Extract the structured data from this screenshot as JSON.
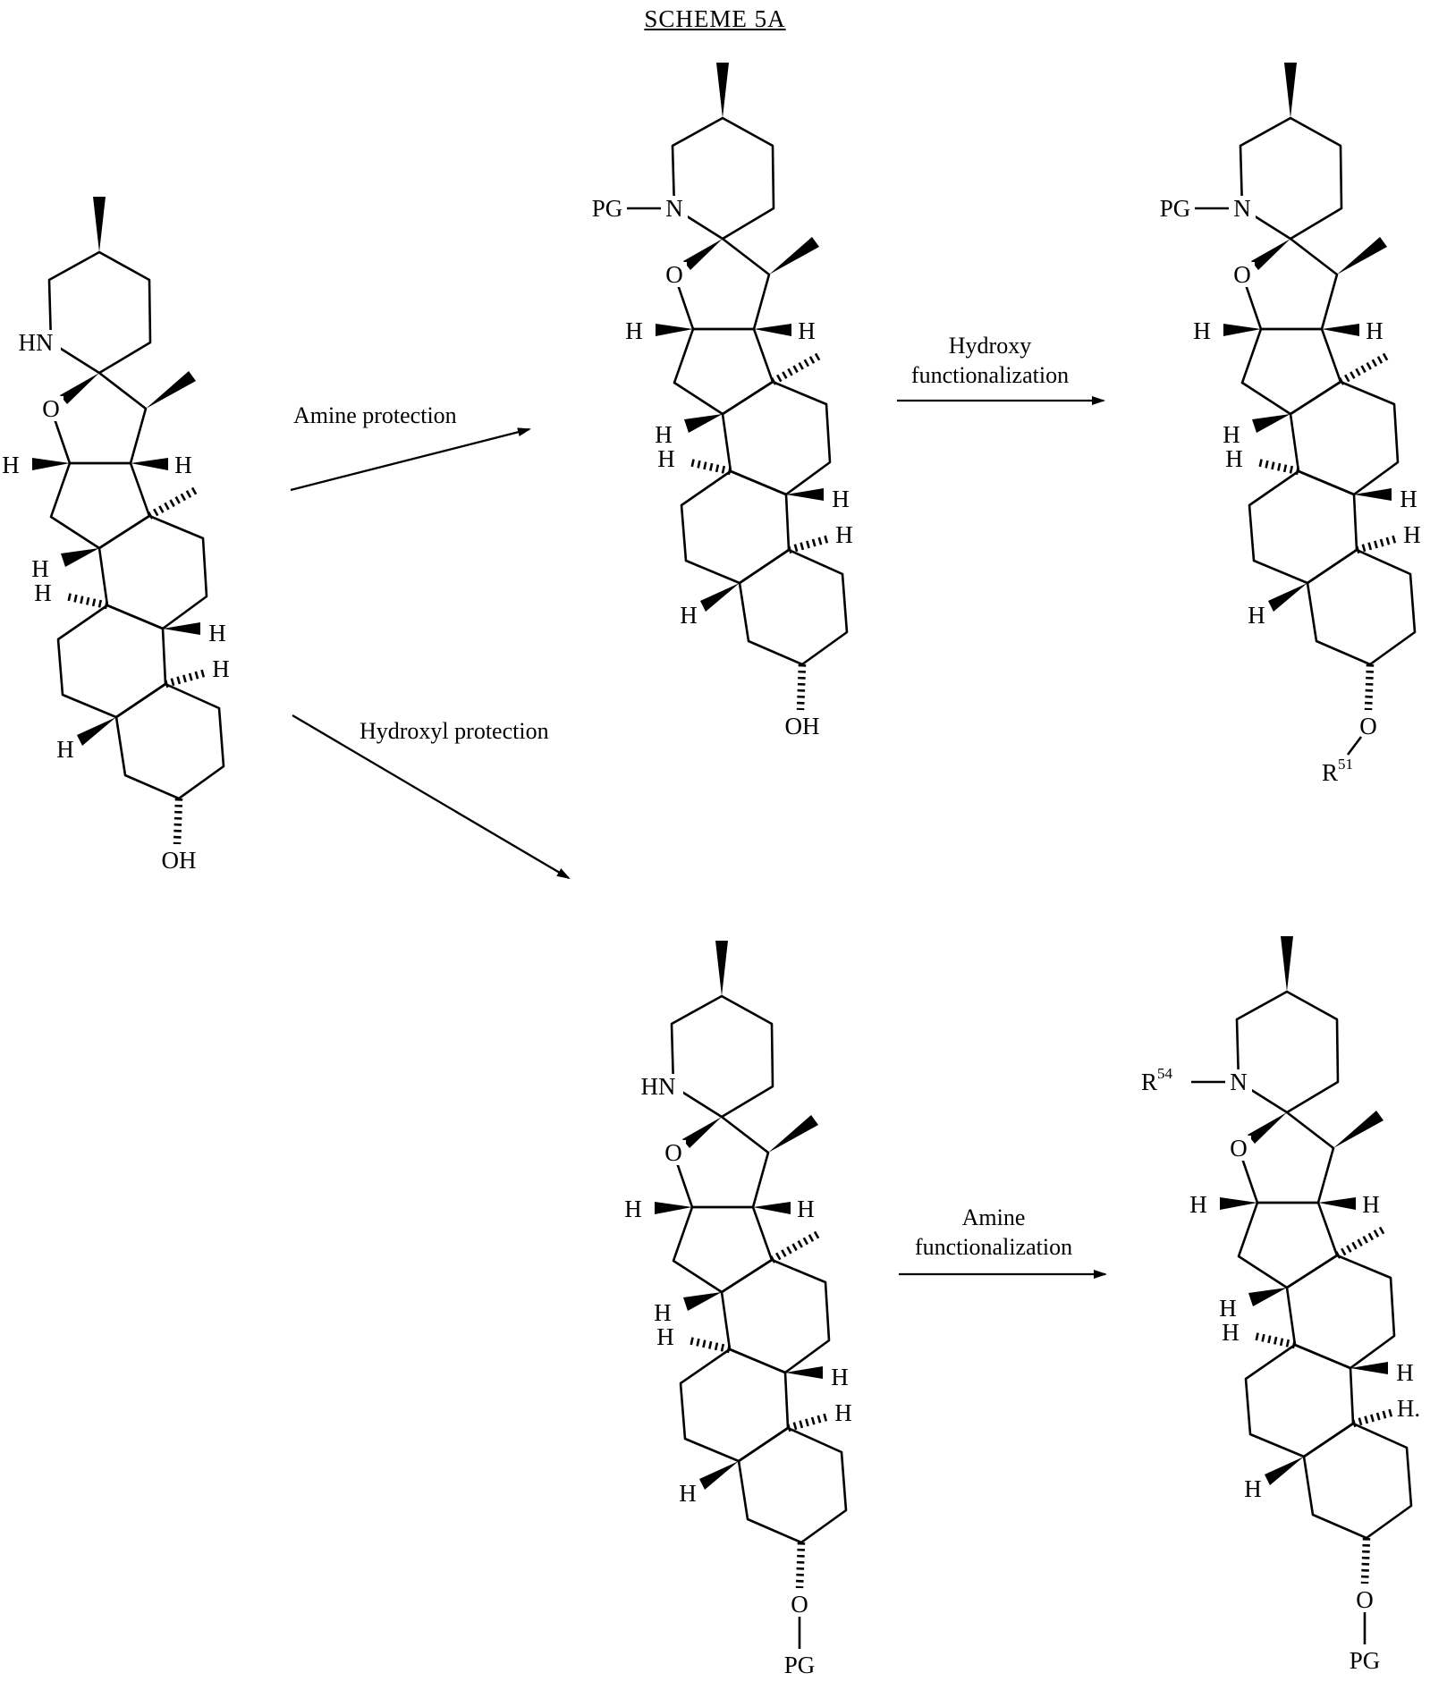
{
  "title": "SCHEME 5A",
  "atom_labels": {
    "hydrogen": "H",
    "oxygen": "O",
    "nitrogen": "N"
  },
  "reactions": {
    "amine_protection": {
      "label": "Amine protection"
    },
    "hydroxyl_protection": {
      "label": "Hydroxyl protection"
    },
    "hydroxy_functionalization": {
      "line1": "Hydroxy",
      "line2": "functionalization"
    },
    "amine_functionalization": {
      "line1": "Amine",
      "line2": "functionalization"
    }
  },
  "molecules": [
    {
      "id": "starting-material",
      "n_terminal": {
        "style": "fused-nh",
        "text": "HN"
      },
      "o_terminal": {
        "style": "free-hydroxyl",
        "text": "OH"
      },
      "stereo_hydrogens": [
        "H",
        "H",
        "H",
        "H",
        "H",
        "H",
        "H"
      ]
    },
    {
      "id": "amine-protected",
      "n_terminal": {
        "style": "n-substituted",
        "atom": "N",
        "group": "PG",
        "group_sup": ""
      },
      "o_terminal": {
        "style": "free-hydroxyl",
        "text": "OH"
      },
      "stereo_hydrogens": [
        "H",
        "H",
        "H",
        "H",
        "H",
        "H",
        "H"
      ]
    },
    {
      "id": "amine-protected-hydroxy-functionalized",
      "n_terminal": {
        "style": "n-substituted",
        "atom": "N",
        "group": "PG",
        "group_sup": ""
      },
      "o_terminal": {
        "style": "o-substituted-diagonal",
        "atom": "O",
        "group": "R",
        "group_sup": "51"
      },
      "stereo_hydrogens": [
        "H",
        "H",
        "H",
        "H",
        "H",
        "H",
        "H"
      ]
    },
    {
      "id": "hydroxyl-protected",
      "n_terminal": {
        "style": "fused-nh",
        "text": "HN"
      },
      "o_terminal": {
        "style": "o-substituted-vertical",
        "atom": "O",
        "group": "PG",
        "group_sup": ""
      },
      "stereo_hydrogens": [
        "H",
        "H",
        "H",
        "H",
        "H",
        "H",
        "H"
      ]
    },
    {
      "id": "hydroxyl-protected-amine-functionalized",
      "n_terminal": {
        "style": "n-substituted",
        "atom": "N",
        "group": "R",
        "group_sup": "54"
      },
      "o_terminal": {
        "style": "o-substituted-vertical",
        "atom": "O",
        "group": "PG",
        "group_sup": ""
      },
      "stereo_hydrogens": [
        "H",
        "H",
        "H",
        "H",
        "H",
        "H.",
        "H"
      ]
    }
  ]
}
